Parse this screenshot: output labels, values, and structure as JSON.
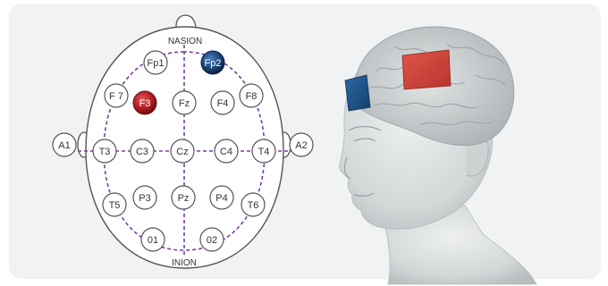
{
  "diagram": {
    "landmarks": {
      "top": "NASION",
      "bottom": "INION"
    },
    "colors": {
      "stimulation_red": "#c0262a",
      "stimulation_blue": "#1f4f8a",
      "reference_line": "#7a3fa0",
      "electrode_fill": "#ffffff",
      "electrode_stroke": "#555555"
    },
    "electrodes": [
      {
        "id": "fp1",
        "label": "Fp1",
        "highlight": "none"
      },
      {
        "id": "fp2",
        "label": "Fp2",
        "highlight": "blue"
      },
      {
        "id": "f7",
        "label": "F 7",
        "highlight": "none"
      },
      {
        "id": "f3",
        "label": "F3",
        "highlight": "red"
      },
      {
        "id": "fz",
        "label": "Fz",
        "highlight": "none"
      },
      {
        "id": "f4",
        "label": "F4",
        "highlight": "none"
      },
      {
        "id": "f8",
        "label": "F8",
        "highlight": "none"
      },
      {
        "id": "a1",
        "label": "A1",
        "highlight": "none"
      },
      {
        "id": "t3",
        "label": "T3",
        "highlight": "none"
      },
      {
        "id": "c3",
        "label": "C3",
        "highlight": "none"
      },
      {
        "id": "cz",
        "label": "Cz",
        "highlight": "none"
      },
      {
        "id": "c4",
        "label": "C4",
        "highlight": "none"
      },
      {
        "id": "t4",
        "label": "T4",
        "highlight": "none"
      },
      {
        "id": "a2",
        "label": "A2",
        "highlight": "none"
      },
      {
        "id": "t5",
        "label": "T5",
        "highlight": "none"
      },
      {
        "id": "p3",
        "label": "P3",
        "highlight": "none"
      },
      {
        "id": "pz",
        "label": "Pz",
        "highlight": "none"
      },
      {
        "id": "p4",
        "label": "P4",
        "highlight": "none"
      },
      {
        "id": "t6",
        "label": "T6",
        "highlight": "none"
      },
      {
        "id": "o1",
        "label": "01",
        "highlight": "none"
      },
      {
        "id": "o2",
        "label": "02",
        "highlight": "none"
      }
    ]
  },
  "illustration": {
    "subject": "head-with-brain",
    "colors": {
      "skin": "#d7dbdc",
      "brain": "#c9cccd",
      "pad_red": "#d0443a",
      "pad_blue": "#1e5b92"
    }
  }
}
